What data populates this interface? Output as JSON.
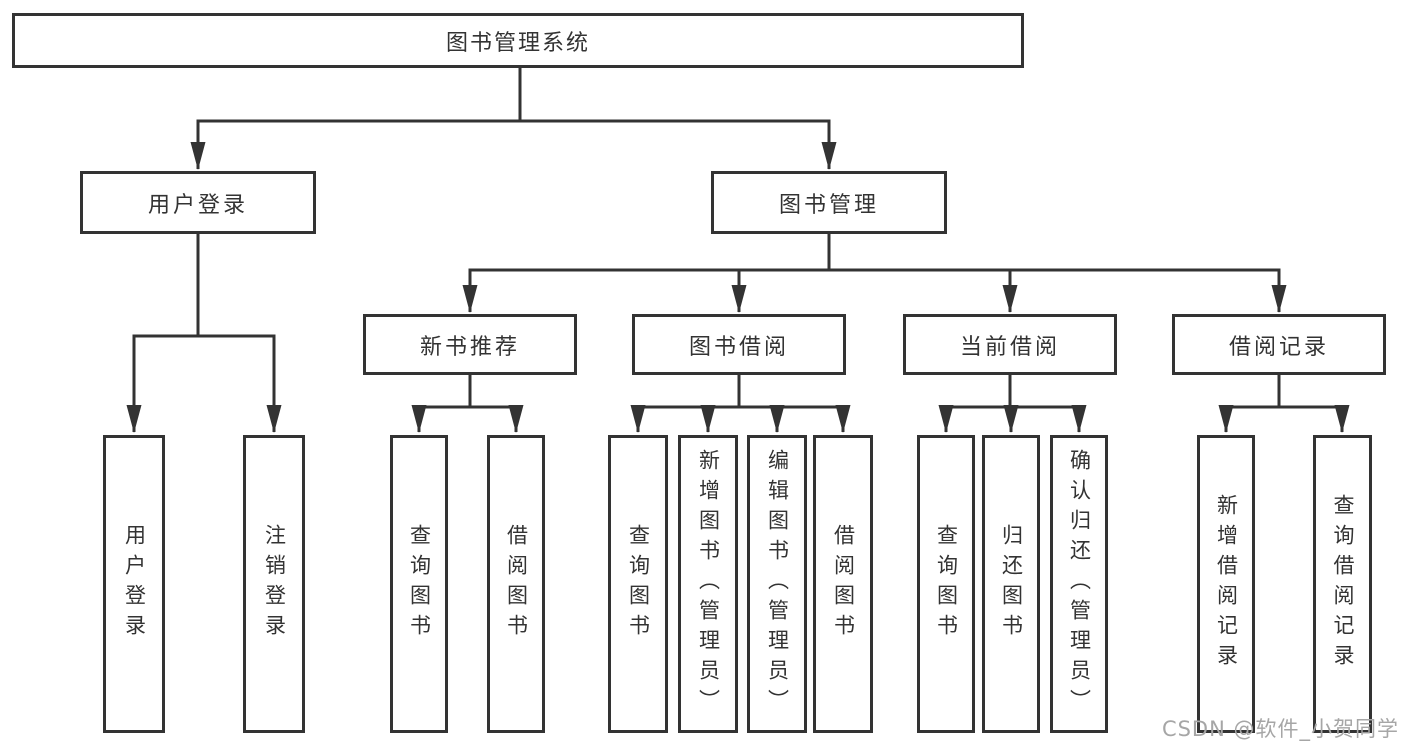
{
  "colors": {
    "line": "#333333",
    "text": "#333333",
    "watermark": "#a6a6a6",
    "background": "#ffffff"
  },
  "diagram": {
    "type": "hierarchy-tree",
    "root": {
      "label": "图书管理系统"
    },
    "level2": [
      {
        "label": "用户登录"
      },
      {
        "label": "图书管理"
      }
    ],
    "level3": [
      {
        "label": "新书推荐"
      },
      {
        "label": "图书借阅"
      },
      {
        "label": "当前借阅"
      },
      {
        "label": "借阅记录"
      }
    ],
    "leaves": [
      {
        "label": "用户登录",
        "parent": "用户登录"
      },
      {
        "label": "注销登录",
        "parent": "用户登录"
      },
      {
        "label": "查询图书",
        "parent": "新书推荐"
      },
      {
        "label": "借阅图书",
        "parent": "新书推荐"
      },
      {
        "label": "查询图书",
        "parent": "图书借阅"
      },
      {
        "label": "新增图书（管理员）",
        "parent": "图书借阅"
      },
      {
        "label": "编辑图书（管理员）",
        "parent": "图书借阅"
      },
      {
        "label": "借阅图书",
        "parent": "图书借阅"
      },
      {
        "label": "查询图书",
        "parent": "当前借阅"
      },
      {
        "label": "归还图书",
        "parent": "当前借阅"
      },
      {
        "label": "确认归还（管理员）",
        "parent": "当前借阅"
      },
      {
        "label": "新增借阅记录",
        "parent": "借阅记录"
      },
      {
        "label": "查询借阅记录",
        "parent": "借阅记录"
      }
    ]
  },
  "watermark": {
    "text": "CSDN @软件_小贺同学"
  }
}
